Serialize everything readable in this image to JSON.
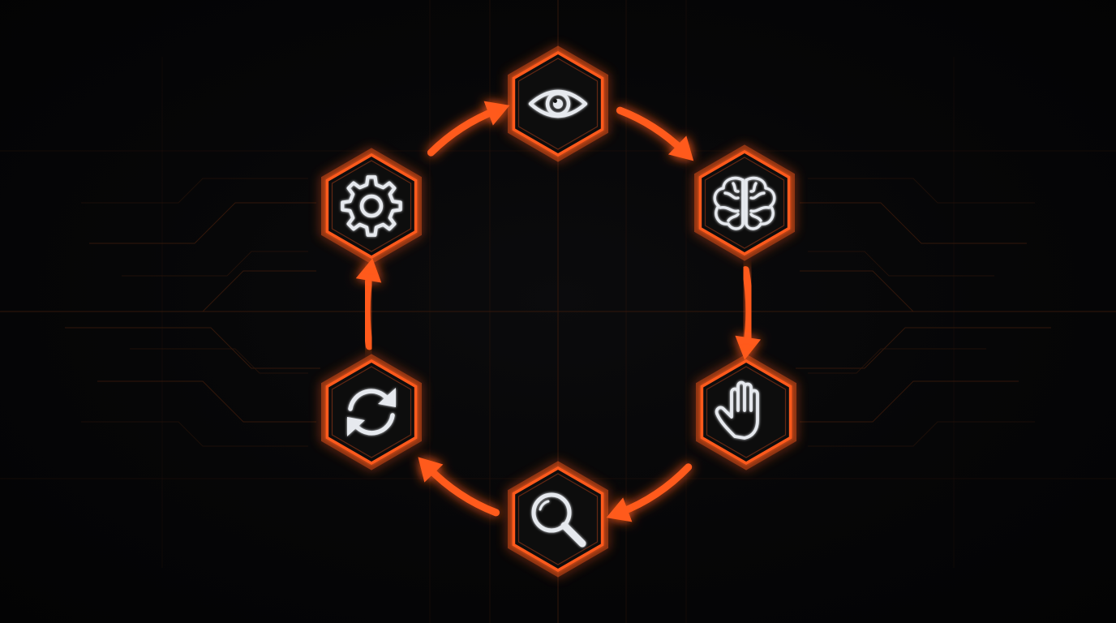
{
  "diagram": {
    "type": "cycle",
    "direction": "clockwise",
    "colors": {
      "accent": "#ff5a1f",
      "node_fill": "#0b0b0c",
      "icon": "#e6e9ee",
      "background": "#050506",
      "circuit_lines": "#3a1a0c"
    },
    "nodes": [
      {
        "id": "observe",
        "icon": "eye-icon"
      },
      {
        "id": "think",
        "icon": "brain-icon"
      },
      {
        "id": "act",
        "icon": "hand-icon"
      },
      {
        "id": "inspect",
        "icon": "magnifier-icon"
      },
      {
        "id": "iterate",
        "icon": "refresh-icon"
      },
      {
        "id": "configure",
        "icon": "gear-icon"
      }
    ],
    "edges": [
      {
        "from": "observe",
        "to": "think"
      },
      {
        "from": "think",
        "to": "act"
      },
      {
        "from": "act",
        "to": "inspect"
      },
      {
        "from": "inspect",
        "to": "iterate"
      },
      {
        "from": "iterate",
        "to": "configure"
      },
      {
        "from": "configure",
        "to": "observe"
      }
    ]
  }
}
